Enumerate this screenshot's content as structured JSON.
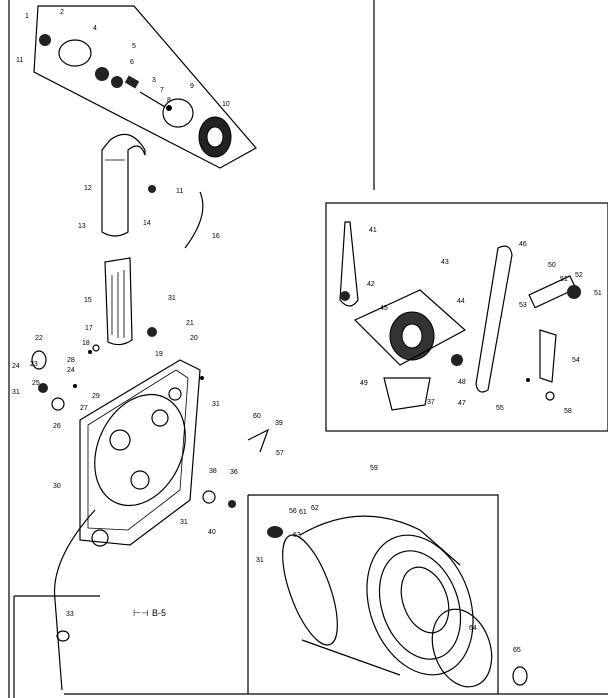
{
  "page_ref": "B-5",
  "callouts": [
    {
      "id": "c1",
      "text": "1"
    },
    {
      "id": "c2",
      "text": "2"
    },
    {
      "id": "c3",
      "text": "3"
    },
    {
      "id": "c4",
      "text": "4"
    },
    {
      "id": "c5",
      "text": "5"
    },
    {
      "id": "c6",
      "text": "6"
    },
    {
      "id": "c7",
      "text": "7"
    },
    {
      "id": "c8",
      "text": "8"
    },
    {
      "id": "c9",
      "text": "9"
    },
    {
      "id": "c10",
      "text": "10"
    },
    {
      "id": "c11",
      "text": "11"
    },
    {
      "id": "c12",
      "text": "12"
    },
    {
      "id": "c13",
      "text": "13"
    },
    {
      "id": "c14",
      "text": "14"
    },
    {
      "id": "c15",
      "text": "15"
    },
    {
      "id": "c16",
      "text": "16"
    },
    {
      "id": "c17",
      "text": "17"
    },
    {
      "id": "c18",
      "text": "18"
    },
    {
      "id": "c19",
      "text": "19"
    },
    {
      "id": "c20",
      "text": "20"
    },
    {
      "id": "c21",
      "text": "21"
    },
    {
      "id": "c22",
      "text": "22"
    },
    {
      "id": "c23",
      "text": "23"
    },
    {
      "id": "c24",
      "text": "24"
    },
    {
      "id": "c25",
      "text": "25"
    },
    {
      "id": "c26",
      "text": "26"
    },
    {
      "id": "c27",
      "text": "27"
    },
    {
      "id": "c28",
      "text": "28"
    },
    {
      "id": "c29",
      "text": "29"
    },
    {
      "id": "c30",
      "text": "30"
    },
    {
      "id": "c31",
      "text": "31"
    },
    {
      "id": "c33",
      "text": "33"
    },
    {
      "id": "c36",
      "text": "36"
    },
    {
      "id": "c37",
      "text": "37"
    },
    {
      "id": "c38",
      "text": "38"
    },
    {
      "id": "c39",
      "text": "39"
    },
    {
      "id": "c40",
      "text": "40"
    },
    {
      "id": "c41",
      "text": "41"
    },
    {
      "id": "c42",
      "text": "42"
    },
    {
      "id": "c43",
      "text": "43"
    },
    {
      "id": "c44",
      "text": "44"
    },
    {
      "id": "c45",
      "text": "45"
    },
    {
      "id": "c46",
      "text": "46"
    },
    {
      "id": "c47",
      "text": "47"
    },
    {
      "id": "c48",
      "text": "48"
    },
    {
      "id": "c49",
      "text": "49"
    },
    {
      "id": "c50",
      "text": "50"
    },
    {
      "id": "c51",
      "text": "51"
    },
    {
      "id": "c52",
      "text": "52"
    },
    {
      "id": "c53",
      "text": "53"
    },
    {
      "id": "c54",
      "text": "54"
    },
    {
      "id": "c55",
      "text": "55"
    },
    {
      "id": "c56",
      "text": "56"
    },
    {
      "id": "c57",
      "text": "57"
    },
    {
      "id": "c58",
      "text": "58"
    },
    {
      "id": "c59",
      "text": "59"
    },
    {
      "id": "c60",
      "text": "60"
    },
    {
      "id": "c61",
      "text": "61"
    },
    {
      "id": "c62",
      "text": "62"
    },
    {
      "id": "c63",
      "text": "63"
    },
    {
      "id": "c64",
      "text": "64"
    },
    {
      "id": "c65",
      "text": "65"
    }
  ]
}
